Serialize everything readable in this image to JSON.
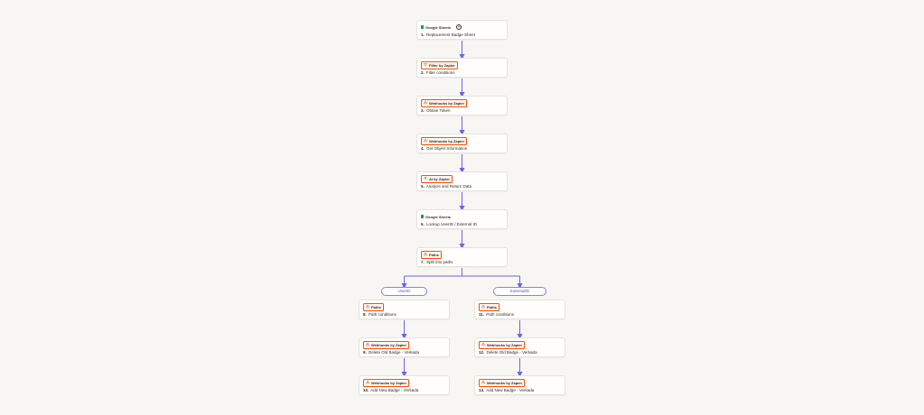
{
  "colors": {
    "background": "#f7f6f3",
    "connector": "#6e62e5",
    "app_accent": "#ff4f00",
    "sheets_green": "#0f9d58",
    "path_label": "#5b4fd6"
  },
  "steps": [
    {
      "number": "1.",
      "app": "Google Sheets",
      "app_icon": "sheets-icon",
      "title": "Replacement Badge Sheet"
    },
    {
      "number": "2.",
      "app": "Filter by Zapier",
      "app_icon": "filter-icon",
      "title": "Filter conditions"
    },
    {
      "number": "3.",
      "app": "Webhooks by Zapier",
      "app_icon": "webhook-icon",
      "title": "Obtain Token"
    },
    {
      "number": "4.",
      "app": "Webhooks by Zapier",
      "app_icon": "webhook-icon",
      "title": "Get Object Information"
    },
    {
      "number": "5.",
      "app": "AI by Zapier",
      "app_icon": "ai-icon",
      "title": "Analyze and Return Data"
    },
    {
      "number": "6.",
      "app": "Google Sheets",
      "app_icon": "sheets-icon",
      "title": "Lookup UserID / External ID"
    },
    {
      "number": "7.",
      "app": "Paths",
      "app_icon": "paths-icon",
      "title": "Split into paths"
    },
    {
      "number": "8.",
      "app": "Paths",
      "app_icon": "paths-icon",
      "title": "Path conditions"
    },
    {
      "number": "9.",
      "app": "Webhooks by Zapier",
      "app_icon": "webhook-icon",
      "title": "Delete Old Badge - Verkada"
    },
    {
      "number": "10.",
      "app": "Webhooks by Zapier",
      "app_icon": "webhook-icon",
      "title": "Add New Badge - Verkada"
    },
    {
      "number": "11.",
      "app": "Paths",
      "app_icon": "paths-icon",
      "title": "Path conditions"
    },
    {
      "number": "12.",
      "app": "Webhooks by Zapier",
      "app_icon": "webhook-icon",
      "title": "Delete Old Badge - Verkada"
    },
    {
      "number": "13.",
      "app": "Webhooks by Zapier",
      "app_icon": "webhook-icon",
      "title": "Add New Badge - Verkada"
    }
  ],
  "paths": [
    {
      "label": "UserID"
    },
    {
      "label": "ExternalID"
    }
  ]
}
